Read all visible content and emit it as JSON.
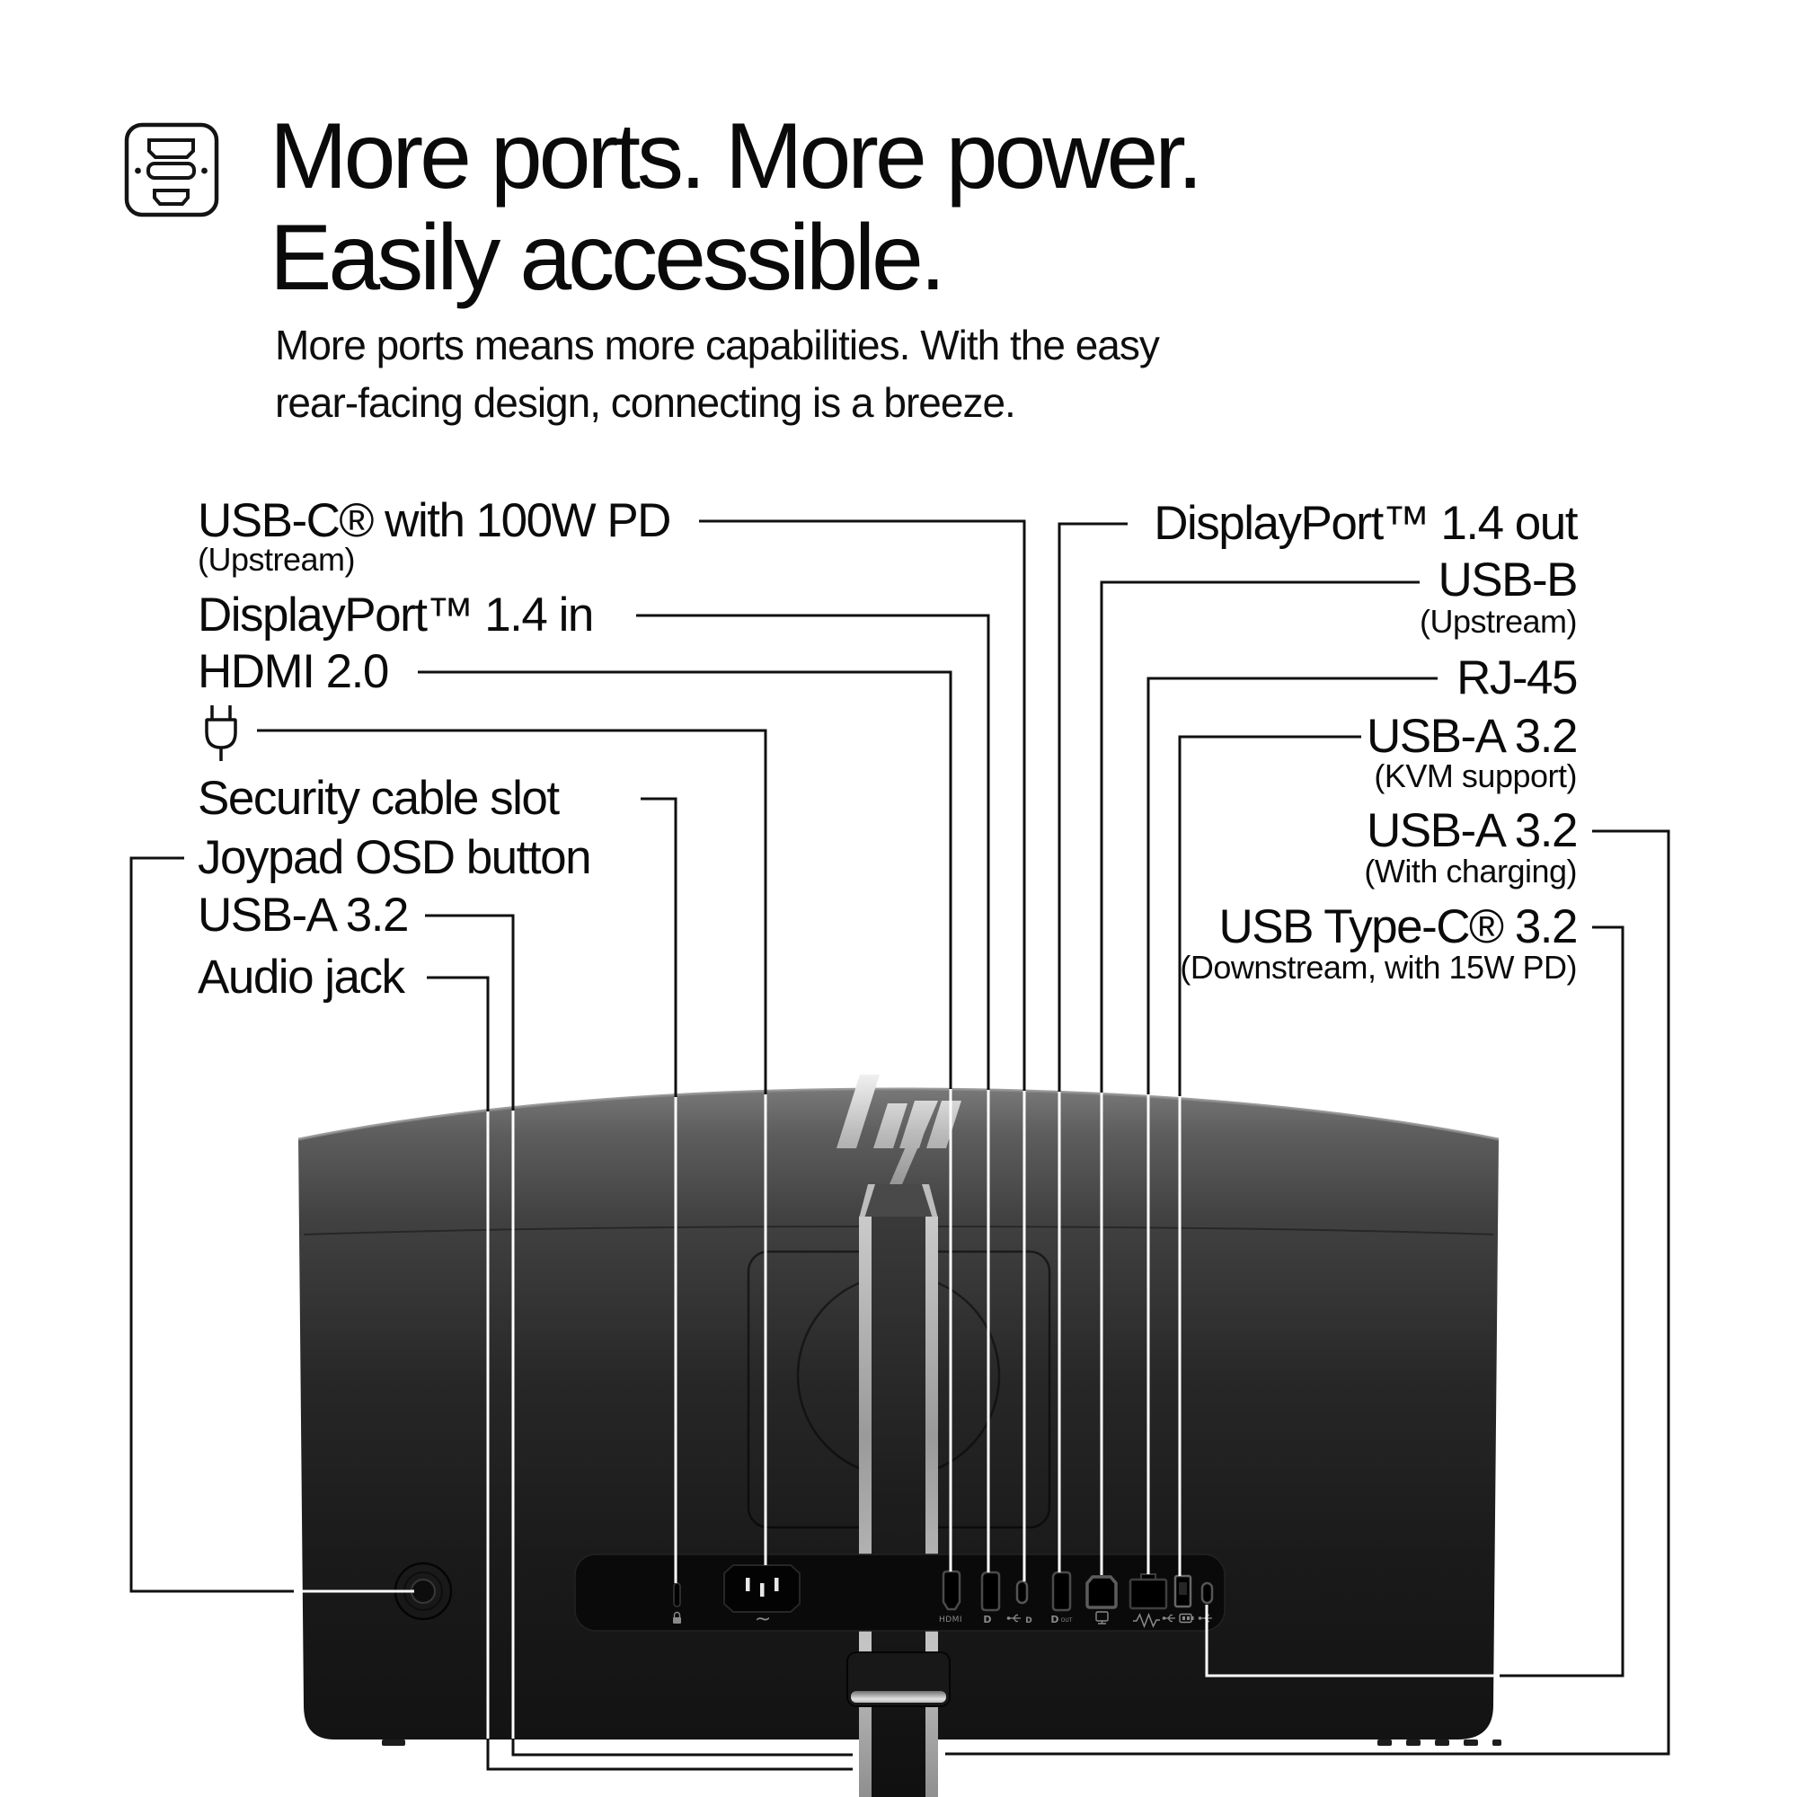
{
  "header": {
    "icon": "ports-icon",
    "title_line1": "More ports. More power.",
    "title_line2": "Easily accessible.",
    "subtitle_line1": "More ports means more capabilities. With the easy",
    "subtitle_line2": "rear-facing design, connecting is a breeze."
  },
  "callouts": {
    "left": [
      {
        "label": "USB-C® with 100W PD",
        "sub": "(Upstream)"
      },
      {
        "label": "DisplayPort™ 1.4 in"
      },
      {
        "label": "HDMI 2.0"
      },
      {
        "label": "",
        "icon": "power-plug-icon"
      },
      {
        "label": "Security cable slot"
      },
      {
        "label": "Joypad OSD button"
      },
      {
        "label": "USB-A 3.2"
      },
      {
        "label": "Audio jack"
      }
    ],
    "right": [
      {
        "label": "DisplayPort™ 1.4 out"
      },
      {
        "label": "USB-B",
        "sub": "(Upstream)"
      },
      {
        "label": "RJ-45"
      },
      {
        "label": "USB-A 3.2",
        "sub": "(KVM support)"
      },
      {
        "label": "USB-A 3.2",
        "sub": "(With charging)"
      },
      {
        "label": "USB Type-C® 3.2",
        "sub": "(Downstream, with 15W PD)"
      }
    ]
  },
  "monitor": {
    "brand": "hp",
    "rear_ports": [
      "security-cable-slot",
      "ac-power-inlet",
      "hdmi-port",
      "displayport-in-port",
      "usb-c-upstream-port",
      "displayport-out-port",
      "usb-b-port",
      "rj45-port",
      "usb-a-port",
      "usb-c-downstream-port"
    ],
    "glyph_texts": {
      "power_ac": "~",
      "hdmi": "HDMI",
      "dp": "D",
      "dp_out_d": "D",
      "dp_out": "OUT"
    }
  },
  "colors": {
    "background": "#ffffff",
    "text": "#0b0b0b",
    "callout_line": "#101010",
    "callout_line_on_monitor": "#ffffff",
    "monitor_top": "#747474",
    "monitor_bottom": "#121212",
    "port_panel": "#0a0a0a",
    "stand_silver": "#b8b8b8",
    "glyph_grey": "#8a8a8a"
  }
}
